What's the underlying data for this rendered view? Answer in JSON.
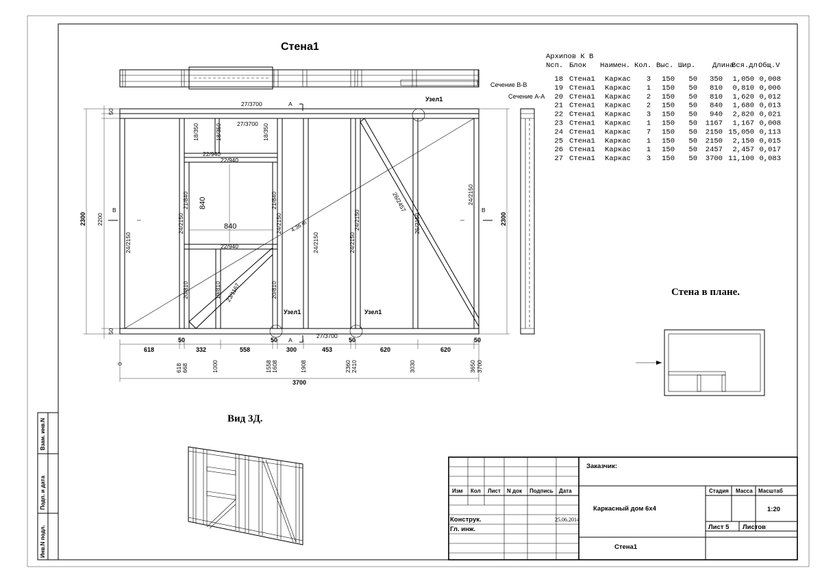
{
  "titles": {
    "wall": "Стена1",
    "plan": "Стена в плане.",
    "view3d": "Вид 3Д.",
    "section_bb": "Сечение В-В",
    "section_aa": "Сечение А-А",
    "node1": "Узел1",
    "diag_len": "4.36 m"
  },
  "members": {
    "top_plate": "27/3700",
    "top_plate2": "27/3700",
    "bottom_plate": "27/3700",
    "hdr_stud_a": "18/350",
    "hdr_stud_b": "18/350",
    "hdr_stud_c": "18/350",
    "hdr_top": "22/940",
    "hdr_top2": "22/940",
    "sill": "22/940",
    "win_w": "840",
    "win_h": "840",
    "jack_l": "21/840",
    "jack_r": "21/840",
    "stud_l": "24/2150",
    "stud_left": "24/2150",
    "stud_mid": "24/2150",
    "stud_mr": "24/2150",
    "stud_right": "24/2150",
    "stud_rr": "24/2150",
    "stud_win_r": "24/2150",
    "stud_25": "25/2150",
    "cripple_l": "20/810",
    "cripple_m": "19/810",
    "cripple_r": "20/810",
    "brace_23": "23/1167",
    "brace_26": "26/2457"
  },
  "dims": {
    "h_total": "2300",
    "h_inner": "2200",
    "h_right": "2300",
    "w_top": "50",
    "w_bot": "50",
    "marker_a": "A",
    "marker_b": "B",
    "spans": [
      "618",
      "50",
      "332",
      "558",
      "50",
      "300",
      "453",
      "50",
      "620",
      "620",
      "50"
    ],
    "ords": [
      "0",
      "618",
      "668",
      "1000",
      "1558",
      "1608",
      "1908",
      "2360",
      "2410",
      "3030",
      "3650",
      "3700"
    ],
    "total": "3700"
  },
  "table": {
    "author": "Архипов К В",
    "headers": [
      "Nсп.",
      "Блок",
      "Наимен.",
      "Кол.",
      "Выс.",
      "Шир.",
      "Длина",
      "Вся.дл.",
      "Общ.V"
    ],
    "rows": [
      [
        "18",
        "Стена1",
        "Каркас",
        "3",
        "150",
        "50",
        "350",
        "1,050",
        "0,008"
      ],
      [
        "19",
        "Стена1",
        "Каркас",
        "1",
        "150",
        "50",
        "810",
        "0,810",
        "0,006"
      ],
      [
        "20",
        "Стена1",
        "Каркас",
        "2",
        "150",
        "50",
        "810",
        "1,620",
        "0,012"
      ],
      [
        "21",
        "Стена1",
        "Каркас",
        "2",
        "150",
        "50",
        "840",
        "1,680",
        "0,013"
      ],
      [
        "22",
        "Стена1",
        "Каркас",
        "3",
        "150",
        "50",
        "940",
        "2,820",
        "0,021"
      ],
      [
        "23",
        "Стена1",
        "Каркас",
        "1",
        "150",
        "50",
        "1167",
        "1,167",
        "0,008"
      ],
      [
        "24",
        "Стена1",
        "Каркас",
        "7",
        "150",
        "50",
        "2150",
        "15,050",
        "0,113"
      ],
      [
        "25",
        "Стена1",
        "Каркас",
        "1",
        "150",
        "50",
        "2150",
        "2,150",
        "0,015"
      ],
      [
        "26",
        "Стена1",
        "Каркас",
        "1",
        "150",
        "50",
        "2457",
        "2,457",
        "0,017"
      ],
      [
        "27",
        "Стена1",
        "Каркас",
        "3",
        "150",
        "50",
        "3700",
        "11,100",
        "0,083"
      ]
    ]
  },
  "stamp": {
    "customer": "Заказчик:",
    "cols": [
      "Изм",
      "Кол",
      "Лист",
      "N док",
      "Подпись",
      "Дата"
    ],
    "konstr": "Конструк.",
    "gl_inzh": "Гл. инж.",
    "date": "25.06.2014",
    "project": "Каркасный дом 6x4",
    "sheet_name": "Стена1",
    "stage": "Стадия",
    "mass": "Масса",
    "scale_label": "Масштаб",
    "scale": "1:20",
    "sheet": "Лист 5",
    "sheets": "Листов"
  },
  "side_strip": {
    "vzam": "Взам. инв.N",
    "podp": "Подп. и дата",
    "inv": "Инв.N подл."
  }
}
